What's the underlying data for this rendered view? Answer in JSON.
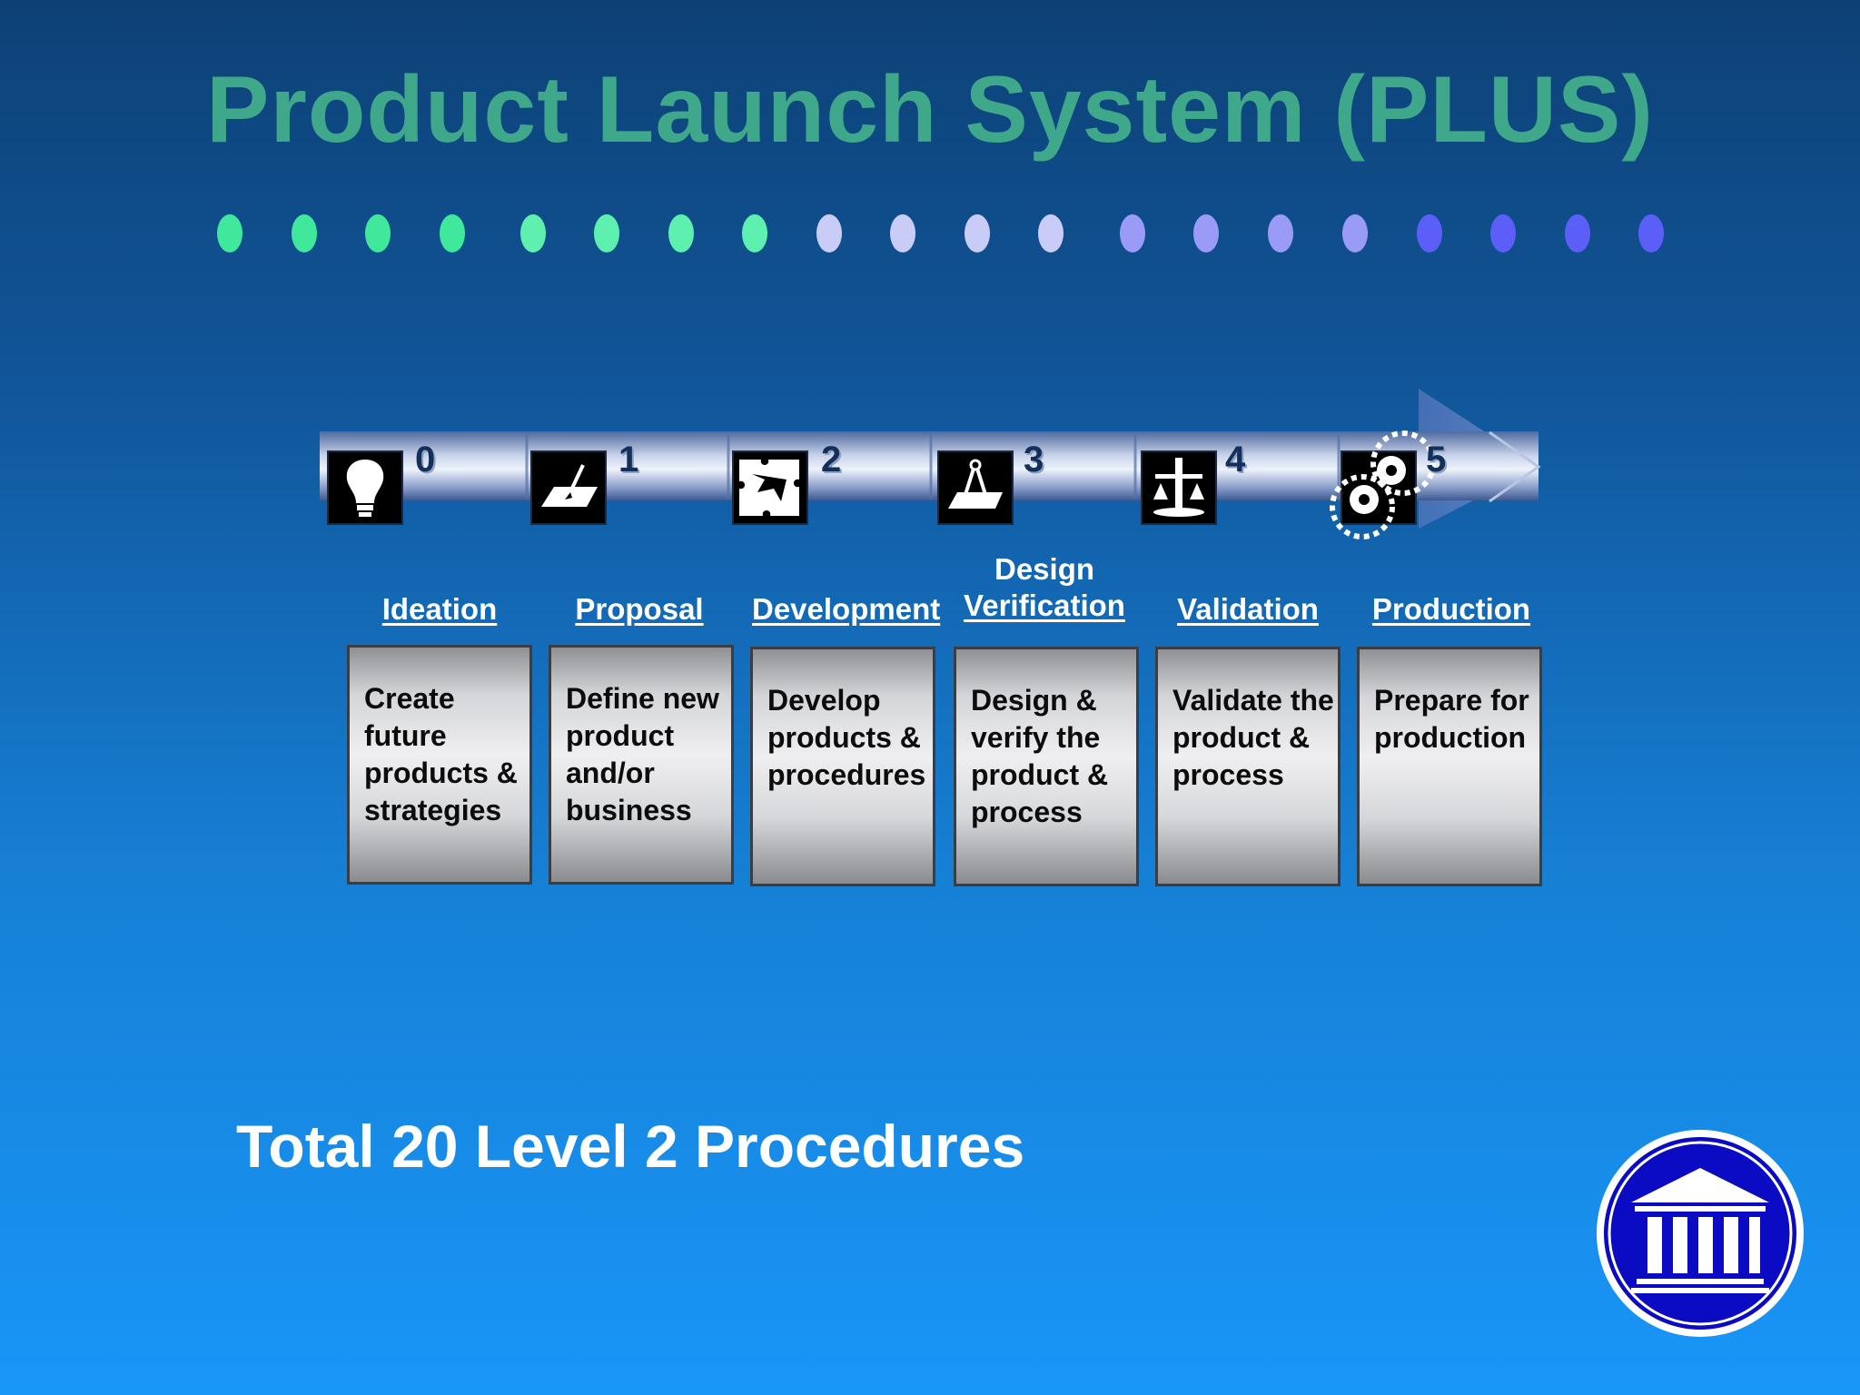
{
  "title": "Product Launch System (PLUS)",
  "dots": [
    "#3fe89a",
    "#3fe89a",
    "#3fe89a",
    "#3fe89a",
    "#5ef0ae",
    "#5ef0ae",
    "#5ef0ae",
    "#5ef0ae",
    "#c9ccf7",
    "#c9ccf7",
    "#c9ccf7",
    "#c9ccf7",
    "#9a9bf7",
    "#9a9bf7",
    "#9a9bf7",
    "#9a9bf7",
    "#5b5ff8",
    "#5b5ff8",
    "#5b5ff8",
    "#5b5ff8"
  ],
  "phases": [
    {
      "number": "0",
      "icon": "lightbulb-icon",
      "pre": "",
      "label": "Ideation",
      "description": "Create\nfuture\nproducts &\nstrategies"
    },
    {
      "number": "1",
      "icon": "drafting-icon",
      "pre": "",
      "label": "Proposal",
      "description": "Define new\nproduct\nand/or\nbusiness"
    },
    {
      "number": "2",
      "icon": "puzzle-icon",
      "pre": "",
      "label": "Development",
      "description": "Develop\nproducts &\nprocedures"
    },
    {
      "number": "3",
      "icon": "compass-icon",
      "pre": "Design",
      "label": "Verification",
      "description": "Design &\nverify the\nproduct &\nprocess"
    },
    {
      "number": "4",
      "icon": "lab-scale-icon",
      "pre": "",
      "label": "Validation",
      "description": "Validate the\nproduct &\nprocess"
    },
    {
      "number": "5",
      "icon": "gears-icon",
      "pre": "",
      "label": "Production",
      "description": "Prepare for\nproduction"
    }
  ],
  "footer": "Total 20 Level 2 Procedures",
  "logo_icon": "institution-icon",
  "colors": {
    "title": "#3fa78a",
    "text": "#ffffff",
    "logo_blue": "#0b0bc4"
  }
}
